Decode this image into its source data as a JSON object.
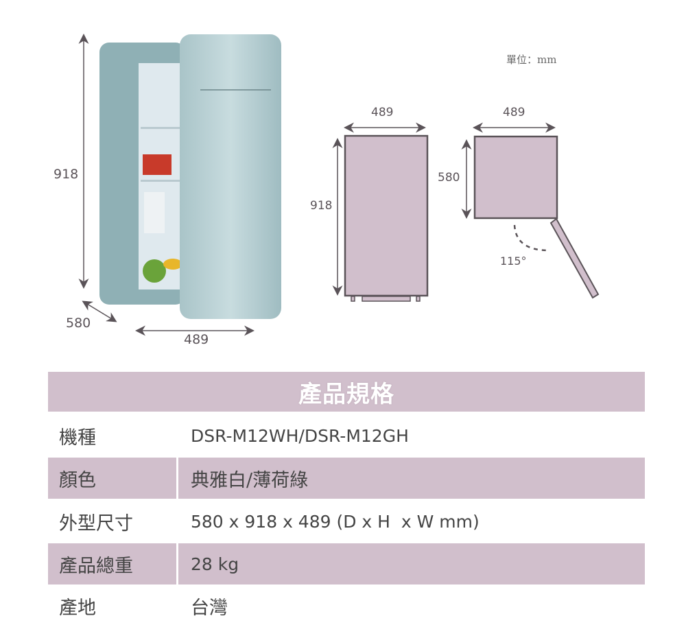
{
  "diagram": {
    "unit_label": "單位：mm",
    "photo": {
      "height": "918",
      "depth": "580",
      "width": "489"
    },
    "front_view": {
      "width": "489",
      "height": "918"
    },
    "top_view": {
      "width": "489",
      "depth": "580",
      "door_angle": "115°"
    },
    "colors": {
      "fill": "#d1bfcc",
      "stroke": "#5a5358"
    }
  },
  "spec": {
    "title": "產品規格",
    "rows": [
      {
        "label": "機種",
        "value": "DSR-M12WH/DSR-M12GH"
      },
      {
        "label": "顏色",
        "value": "典雅白/薄荷綠"
      },
      {
        "label": "外型尺寸",
        "value": "580 x 918 x 489 (D x H  x W mm)"
      },
      {
        "label": "產品總重",
        "value": "28 kg"
      },
      {
        "label": "產地",
        "value": "台灣"
      }
    ]
  }
}
